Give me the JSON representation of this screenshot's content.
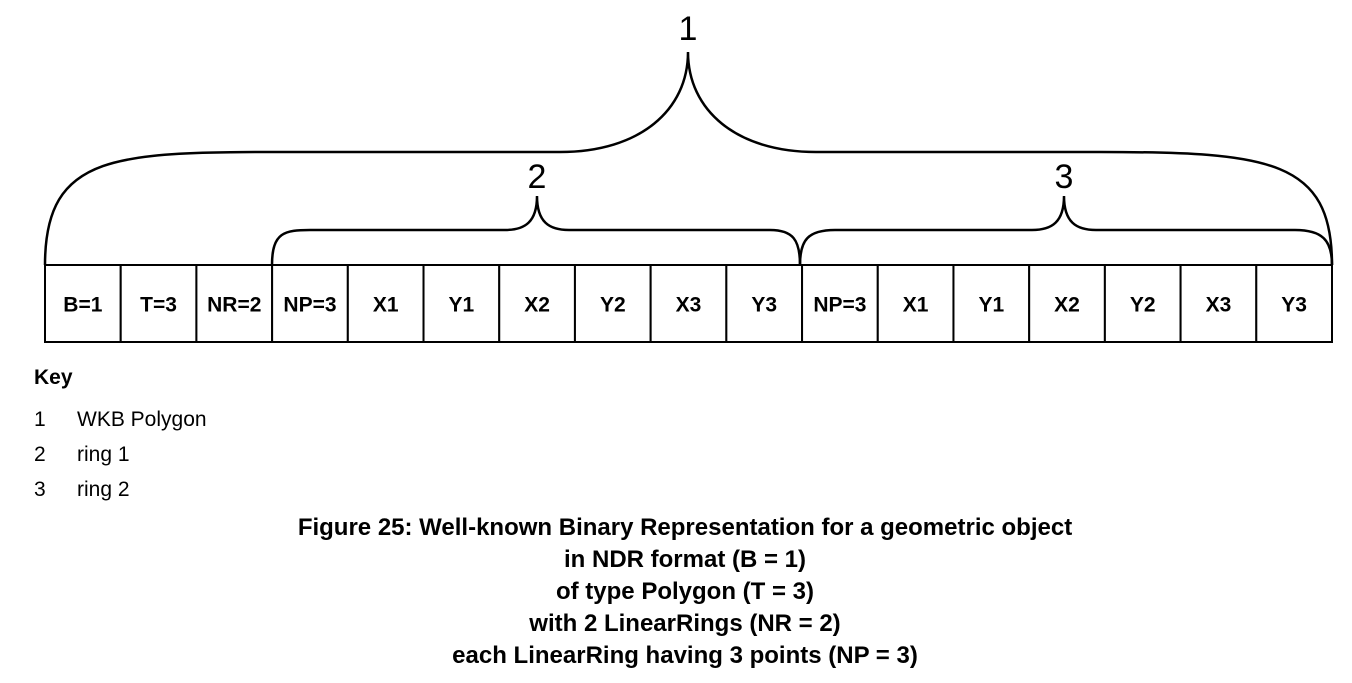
{
  "braces": [
    {
      "label": "1"
    },
    {
      "label": "2"
    },
    {
      "label": "3"
    }
  ],
  "cells": [
    "B=1",
    "T=3",
    "NR=2",
    "NP=3",
    "X1",
    "Y1",
    "X2",
    "Y2",
    "X3",
    "Y3",
    "NP=3",
    "X1",
    "Y1",
    "X2",
    "Y2",
    "X3",
    "Y3"
  ],
  "key": {
    "title": "Key",
    "items": [
      {
        "num": "1",
        "text": "WKB Polygon"
      },
      {
        "num": "2",
        "text": "ring 1"
      },
      {
        "num": "3",
        "text": "ring 2"
      }
    ]
  },
  "caption": {
    "lines": [
      "Figure 25: Well-known Binary Representation for a geometric object",
      "in NDR format (B = 1)",
      "of type Polygon (T = 3)",
      "with 2 LinearRings (NR = 2)",
      "each LinearRing having 3 points (NP = 3)"
    ]
  }
}
